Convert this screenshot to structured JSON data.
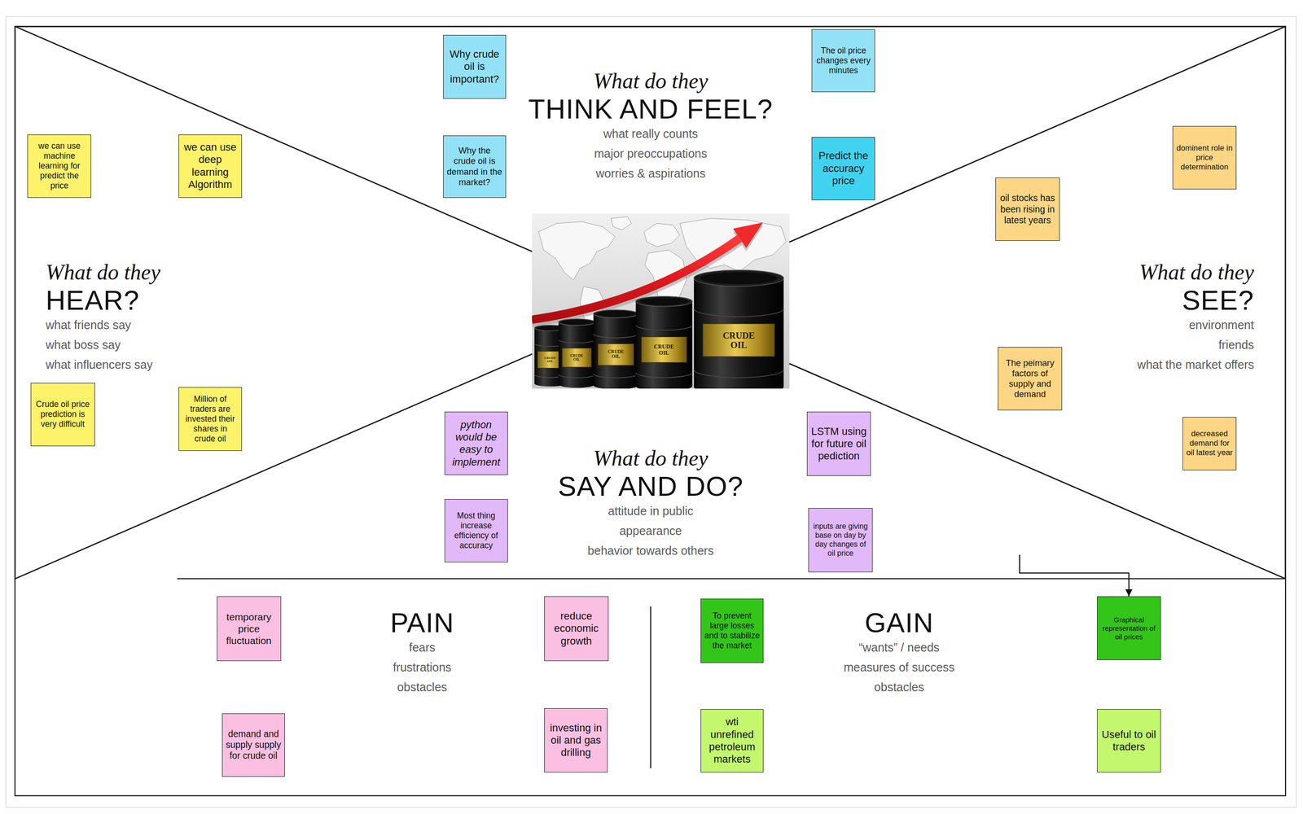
{
  "diagram": {
    "nodes": [
      {
        "text": [
          "What do they",
          "THINK AND FEEL?",
          "what really counts",
          "major preoccupations",
          "worries & aspirations"
        ]
      },
      {
        "text": [
          "Why crude oil is important?"
        ],
        "in": 0
      },
      {
        "text": [
          "The oil price changes every minutes"
        ],
        "in": 0
      },
      {
        "text": [
          "Why the crude oil is demand in the market?"
        ],
        "in": 0
      },
      {
        "text": [
          "Predict the accuracy price"
        ],
        "in": 0
      },
      {
        "text": [
          "What do they",
          "HEAR?",
          "what friends say",
          "what boss say",
          "what influencers say"
        ]
      },
      {
        "text": [
          "we can use machine learning for predict the price"
        ],
        "in": 5
      },
      {
        "text": [
          "we can use deep learning Algorithm"
        ],
        "in": 5
      },
      {
        "text": [
          "Crude oil price prediction is very difficult"
        ],
        "in": 5
      },
      {
        "text": [
          "Million of traders are invested their shares in crude oil"
        ],
        "in": 5
      },
      {
        "text": [
          "What do they",
          "SEE?",
          "environment",
          "friends",
          "what the market offers"
        ]
      },
      {
        "text": [
          "dominent role in price determination"
        ],
        "in": 10
      },
      {
        "text": [
          "oil stocks has been rising in latest years"
        ],
        "in": 10
      },
      {
        "text": [
          "The peimary factors of supply and demand"
        ],
        "in": 10
      },
      {
        "text": [
          "decreased demand for oil latest year"
        ],
        "in": 10
      },
      {
        "text": [
          "What do they",
          "SAY AND DO?",
          "attitude in public",
          "appearance",
          "behavior towards others"
        ]
      },
      {
        "text": [
          "python would be easy to implement"
        ],
        "in": 15
      },
      {
        "text": [
          "LSTM using for future oil pediction"
        ],
        "in": 15
      },
      {
        "text": [
          "Most thing increase efficiency of accuracy"
        ],
        "in": 15
      },
      {
        "text": [
          "inputs are giving base on day by day changes of oil price"
        ],
        "in": 15
      },
      {
        "text": [
          "PAIN",
          "fears",
          "frustrations",
          "obstacles"
        ]
      },
      {
        "text": [
          "temporary price fluctuation"
        ],
        "in": 20
      },
      {
        "text": [
          "reduce economic growth"
        ],
        "in": 20
      },
      {
        "text": [
          "demand and supply supply for crude oil"
        ],
        "in": 20
      },
      {
        "text": [
          "investing in oil and gas drilling"
        ],
        "in": 20
      },
      {
        "text": [
          "GAIN",
          "“wants” / needs",
          "measures of success",
          "obstacles"
        ]
      },
      {
        "text": [
          "To prevent large losses and to stabilize the market"
        ],
        "in": 25
      },
      {
        "text": [
          "Graphical representation of oil prices"
        ],
        "in": 25
      },
      {
        "text": [
          "wti unrefined petroleum markets"
        ],
        "in": 25
      },
      {
        "text": [
          "Useful to oil traders"
        ],
        "in": 25
      }
    ],
    "edges": [
      {
        "from": 15,
        "to": 27,
        "arrow": "to"
      }
    ],
    "labels": [
      "CRUDE OIL",
      "CRUDE OIL",
      "CRUDE OIL",
      "CRUDE OIL",
      "CRUDE OIL"
    ]
  }
}
